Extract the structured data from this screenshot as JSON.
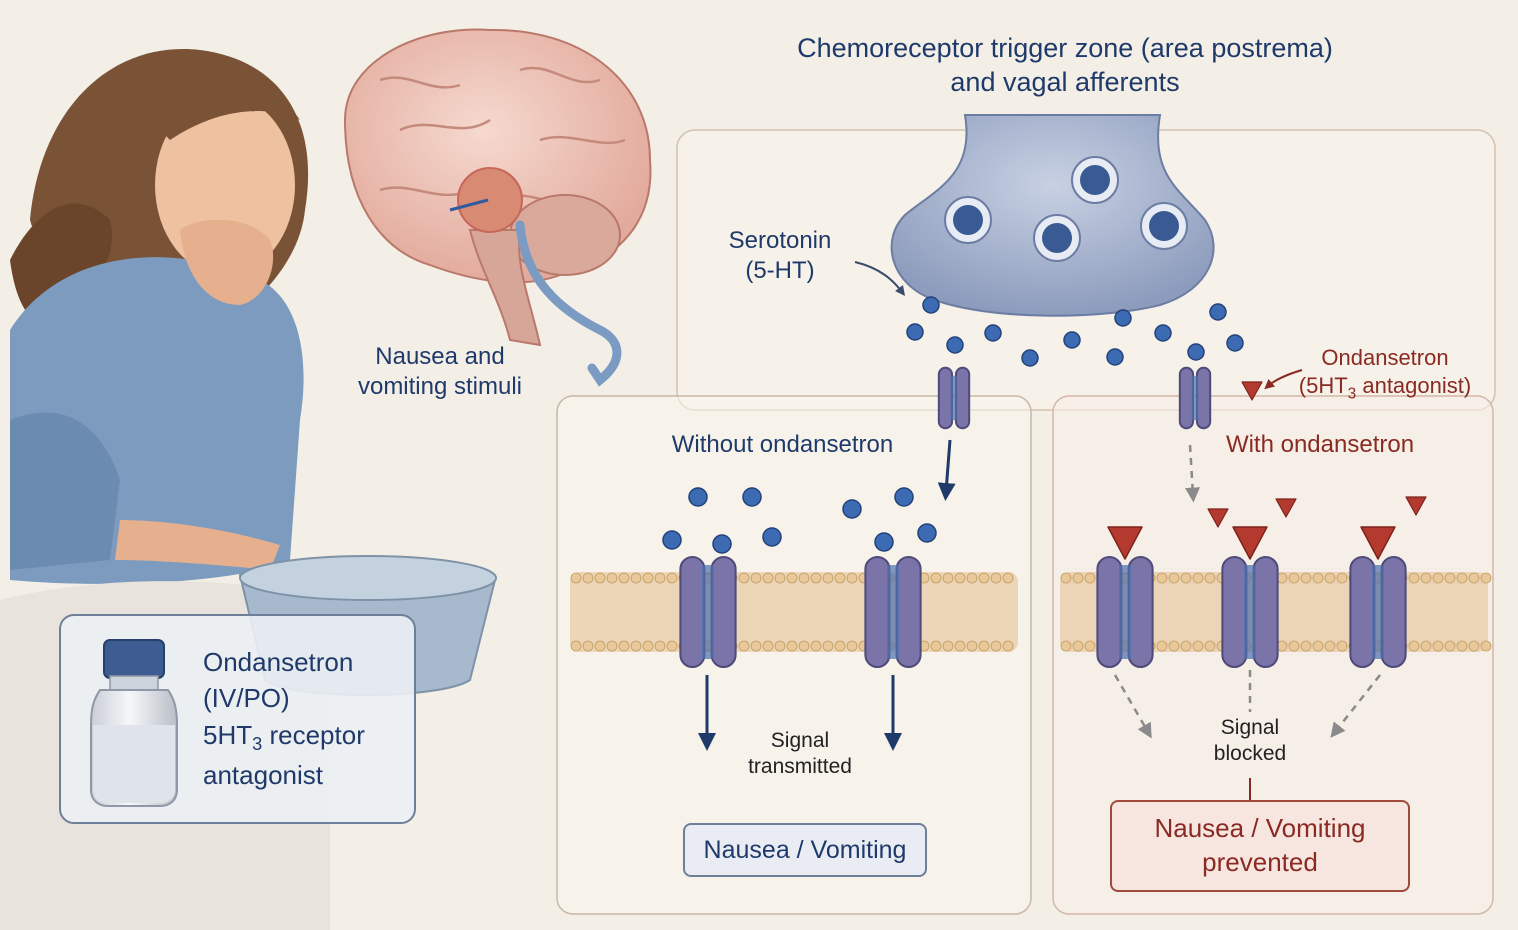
{
  "header": {
    "title_line1": "Chemoreceptor trigger zone (area postrema)",
    "title_line2": "and vagal afferents"
  },
  "labels": {
    "serotonin_line1": "Serotonin",
    "serotonin_line2": "(5-HT)",
    "stimuli_line1": "Nausea and",
    "stimuli_line2": "vomiting stimuli",
    "ondansetron_line1": "Ondansetron",
    "ondansetron_line2a": "(5HT",
    "ondansetron_sub": "3",
    "ondansetron_line2b": " antagonist)"
  },
  "drug_card": {
    "name": "Ondansetron",
    "route": "(IV/PO)",
    "class_a": "5HT",
    "class_sub": "3",
    "class_b": " receptor",
    "class_line2": "antagonist"
  },
  "without_panel": {
    "title": "Without ondansetron",
    "signal_line1": "Signal",
    "signal_line2": "transmitted",
    "outcome": "Nausea / Vomiting"
  },
  "with_panel": {
    "title": "With ondansetron",
    "signal_line1": "Signal",
    "signal_line2": "blocked",
    "outcome_line1": "Nausea / Vomiting",
    "outcome_line2": "prevented"
  },
  "colors": {
    "navy": "#1f3a6a",
    "dark_red": "#8a2a22",
    "serotonin_blue": "#3c6bb3",
    "receptor_purple": "#7a74a8",
    "drug_red": "#b43a30",
    "membrane": "#e2c08e",
    "terminal": "#a9b5cf"
  }
}
